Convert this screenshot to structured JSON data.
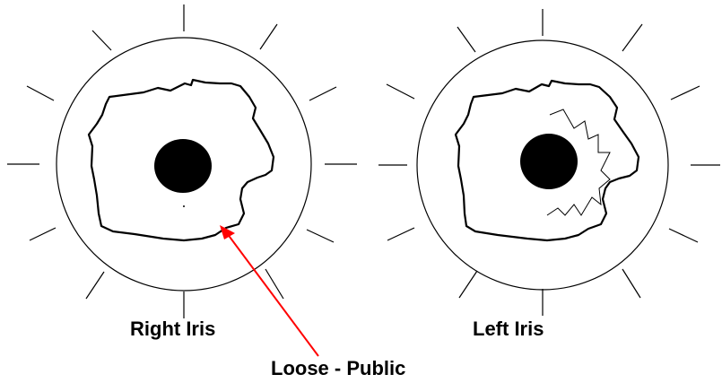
{
  "labels": {
    "right_iris": "Right Iris",
    "left_iris": "Left Iris",
    "annotation": "Loose - Public"
  },
  "colors": {
    "line": "#000000",
    "pupil": "#000000",
    "arrow": "#ff0000",
    "background": "#ffffff"
  },
  "icons": {
    "arrow": "arrowhead"
  }
}
